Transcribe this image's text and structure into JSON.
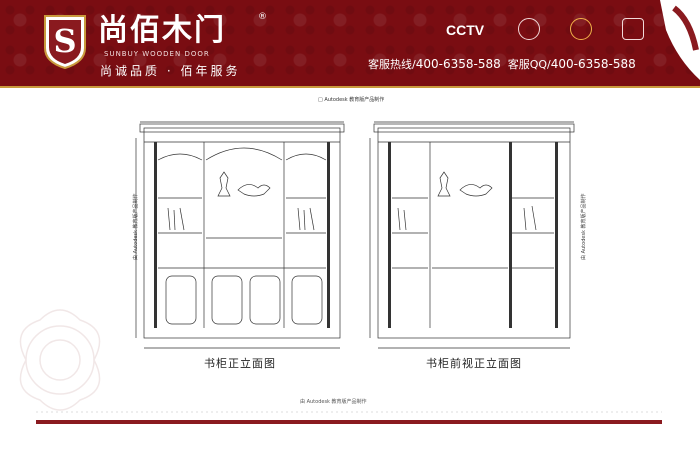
{
  "header": {
    "brand_name": "尚佰木门",
    "brand_reg": "®",
    "brand_en": "SUNBUY WOODEN DOOR",
    "slogan": "尚诚品质 · 佰年服务",
    "logo_letter": "S",
    "partner_cctv": "CCTV",
    "hotline_label": "客服热线/",
    "hotline_number": "400-6358-588",
    "qq_label": "客服QQ/",
    "qq_number": "400-6358-588"
  },
  "drawing": {
    "caption": "□ Autodesk 教育版产品制作",
    "left_title": "书柜正立面图",
    "right_title": "书柜前视正立面图",
    "bottom_caption": "由 Autodesk 教育版产品制作",
    "left_side_label": "由 Autodesk 教育版产品制作",
    "right_side_label": "由 Autodesk 教育版产品制作"
  },
  "colors": {
    "header_bg": "#7a0d12",
    "gold": "#c99a3d",
    "footer_bar": "#8a1a1f"
  }
}
